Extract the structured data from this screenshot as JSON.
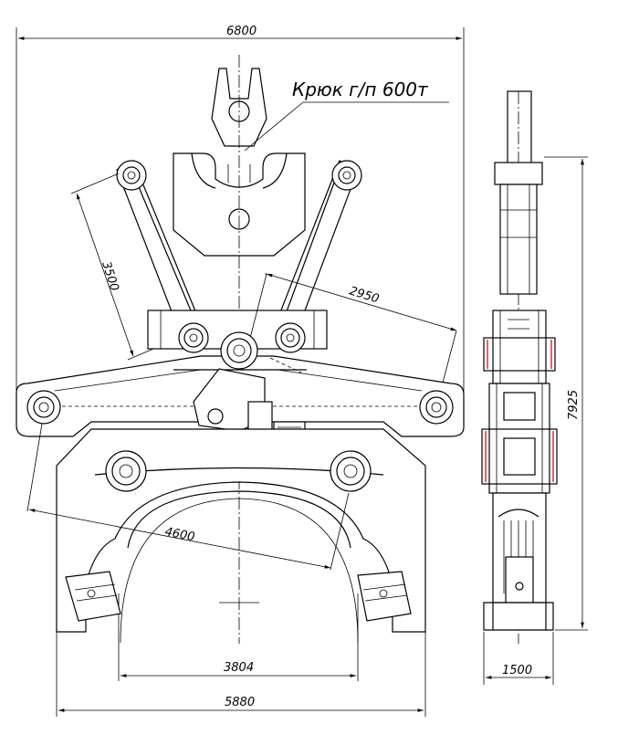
{
  "drawing": {
    "hook_note": "Крюк г/п 600т",
    "dimensions": {
      "overall_width": "6800",
      "arm_length": "3500",
      "link_length": "2950",
      "pin_span": "4600",
      "inner_opening": "3804",
      "base_width": "5880",
      "overall_height": "7925",
      "side_width": "1500"
    }
  }
}
